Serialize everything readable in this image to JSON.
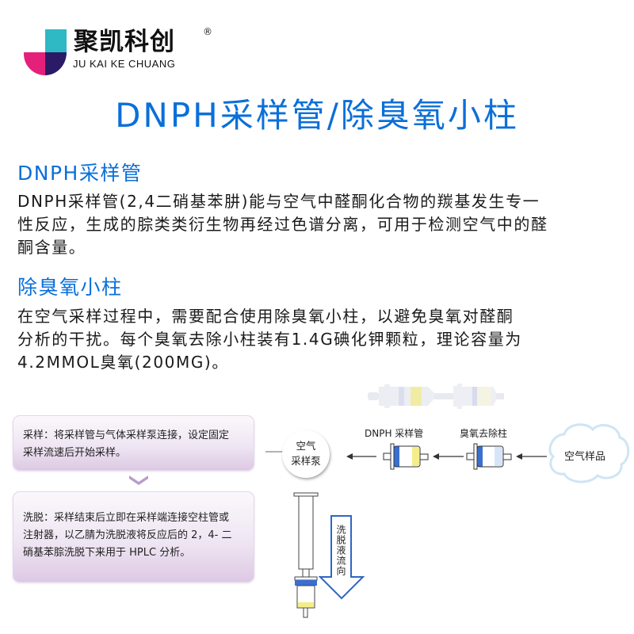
{
  "logo": {
    "name_cn": "聚凯科创",
    "registered_mark": "®",
    "name_en": "JU KAI KE CHUANG",
    "colors": {
      "teal": "#2fb9c4",
      "magenta": "#e4207a",
      "indigo": "#2b1a66"
    }
  },
  "title": "DNPH采样管/除臭氧小柱",
  "accent_color": "#0b6fd9",
  "sections": [
    {
      "heading": "DNPH采样管",
      "lines": [
        "DNPH采样管(2,4二硝基苯肼)能与空气中醛酮化合物的羰基发生专一",
        "性反应，生成的腙类类衍生物再经过色谱分离，可用于检测空气中的醛",
        "酮含量。"
      ]
    },
    {
      "heading": "除臭氧小柱",
      "lines": [
        "在空气采样过程中，需要配合使用除臭氧小柱，以避免臭氧对醛酮",
        "分析的干扰。每个臭氧去除小柱装有1.4G碘化钾颗粒，理论容量为",
        "4.2MMOL臭氧(200MG)。"
      ]
    }
  ],
  "steps": [
    {
      "lines": [
        "采样：将采样管与气体采样泵连接，设定固定",
        "采样流速后开始采样。"
      ]
    },
    {
      "lines": [
        "洗脱：采样结束后立即在采样端连接空柱管或",
        "注射器，以乙腈为洗脱液将反应后的 2，4- 二",
        "硝基苯腙洗脱下来用于 HPLC 分析。"
      ]
    }
  ],
  "diagram": {
    "pump_label_line1": "空气",
    "pump_label_line2": "采样泵",
    "dnph_tube_label": "DNPH 采样管",
    "ozone_column_label": "臭氧去除柱",
    "air_sample_label": "空气样品",
    "elution_direction_label": "洗脱液流向",
    "colors": {
      "cap_blue": "#3a6fd0",
      "dnph_yellow": "#f4ee8a",
      "ozone_lightblue": "#d6e6f8",
      "arrow_outline": "#2f66c4"
    }
  }
}
